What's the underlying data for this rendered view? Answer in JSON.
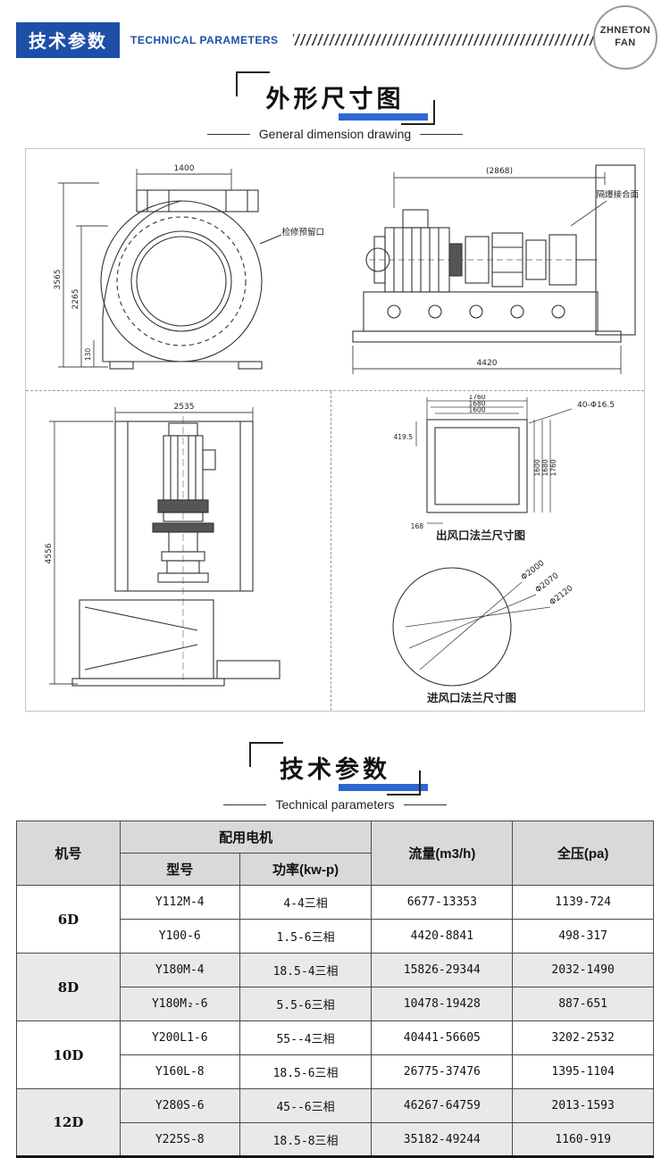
{
  "colors": {
    "accent": "#1d4fa8",
    "title_underline": "#2e67d1",
    "table_header_bg": "#d9d9d9",
    "table_shade_bg": "#e9e9e9"
  },
  "header": {
    "badge": "技术参数",
    "tagline": "TECHNICAL PARAMETERS",
    "logo_top": "ZHNETON",
    "logo_bottom": "FAN"
  },
  "sections": {
    "dimension": {
      "title": "外形尺寸图",
      "subtitle": "General dimension drawing"
    },
    "parameters": {
      "title": "技术参数",
      "subtitle": "Technical parameters"
    }
  },
  "drawings": {
    "fan_side": {
      "dim_width": "1400",
      "dim_height_total": "3565",
      "dim_height_inner": "2265",
      "dim_base": "130",
      "label_access": "检修预留口"
    },
    "motor_assembly": {
      "dim_length_top": "(2868)",
      "dim_length_base": "4420",
      "label_flameproof": "隔爆接合面"
    },
    "fan_vertical": {
      "dim_width": "2535",
      "dim_height": "4556"
    },
    "outlet_flange": {
      "dim_top1": "1760",
      "dim_top2": "1680",
      "dim_top3": "1600",
      "holes_note": "40-Φ16.5",
      "dim_left": "419.5",
      "dim_bottom": "168",
      "dim_right1": "1600",
      "dim_right2": "1680",
      "dim_right3": "1760",
      "caption": "出风口法兰尺寸图"
    },
    "inlet_flange": {
      "d1": "Φ2000",
      "d2": "Φ2070",
      "d3": "Φ2120",
      "caption": "进风口法兰尺寸图"
    }
  },
  "table": {
    "col_machine": "机号",
    "col_motor_group": "配用电机",
    "col_model": "型号",
    "col_power": "功率(kw-p)",
    "col_flow": "流量(m3/h)",
    "col_pressure": "全压(pa)",
    "groups": [
      {
        "name": "6D",
        "rows": [
          {
            "model": "Y112M-4",
            "power": "4-4三相",
            "flow": "6677-13353",
            "pressure": "1139-724"
          },
          {
            "model": "Y100-6",
            "power": "1.5-6三相",
            "flow": "4420-8841",
            "pressure": "498-317"
          }
        ]
      },
      {
        "name": "8D",
        "rows": [
          {
            "model": "Y180M-4",
            "power": "18.5-4三相",
            "flow": "15826-29344",
            "pressure": "2032-1490"
          },
          {
            "model": "Y180M₂-6",
            "power": "5.5-6三相",
            "flow": "10478-19428",
            "pressure": "887-651"
          }
        ]
      },
      {
        "name": "10D",
        "rows": [
          {
            "model": "Y200L1-6",
            "power": "55--4三相",
            "flow": "40441-56605",
            "pressure": "3202-2532"
          },
          {
            "model": "Y160L-8",
            "power": "18.5-6三相",
            "flow": "26775-37476",
            "pressure": "1395-1104"
          }
        ]
      },
      {
        "name": "12D",
        "rows": [
          {
            "model": "Y280S-6",
            "power": "45--6三相",
            "flow": "46267-64759",
            "pressure": "2013-1593"
          },
          {
            "model": "Y225S-8",
            "power": "18.5-8三相",
            "flow": "35182-49244",
            "pressure": "1160-919"
          }
        ]
      }
    ]
  }
}
